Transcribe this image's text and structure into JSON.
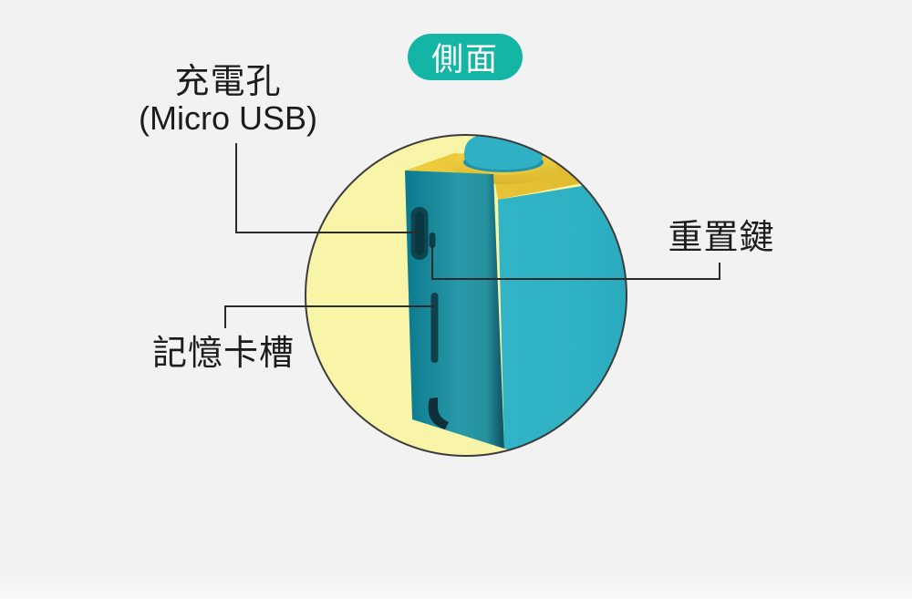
{
  "title_badge": {
    "label": "側面",
    "bg_color": "#14b5a4",
    "text_color": "#ffffff"
  },
  "annotations": {
    "charging_port": {
      "label_line1": "充電孔",
      "label_line2": "(Micro USB)"
    },
    "memory_card_slot": {
      "label": "記憶卡槽"
    },
    "reset_button": {
      "label": "重置鍵"
    }
  },
  "illustration": {
    "background": "#f2f2f2",
    "circle_fill": "#f8f4a8",
    "circle_outline": "#3c3c3c",
    "leader_line_color": "#2b2b2b",
    "device_front_color": "#2fb1c4",
    "device_side_color": "#17899b",
    "device_top_color": "#edc938",
    "shutter_button_color": "#2fb0c4",
    "port_color": "#0d4551"
  }
}
